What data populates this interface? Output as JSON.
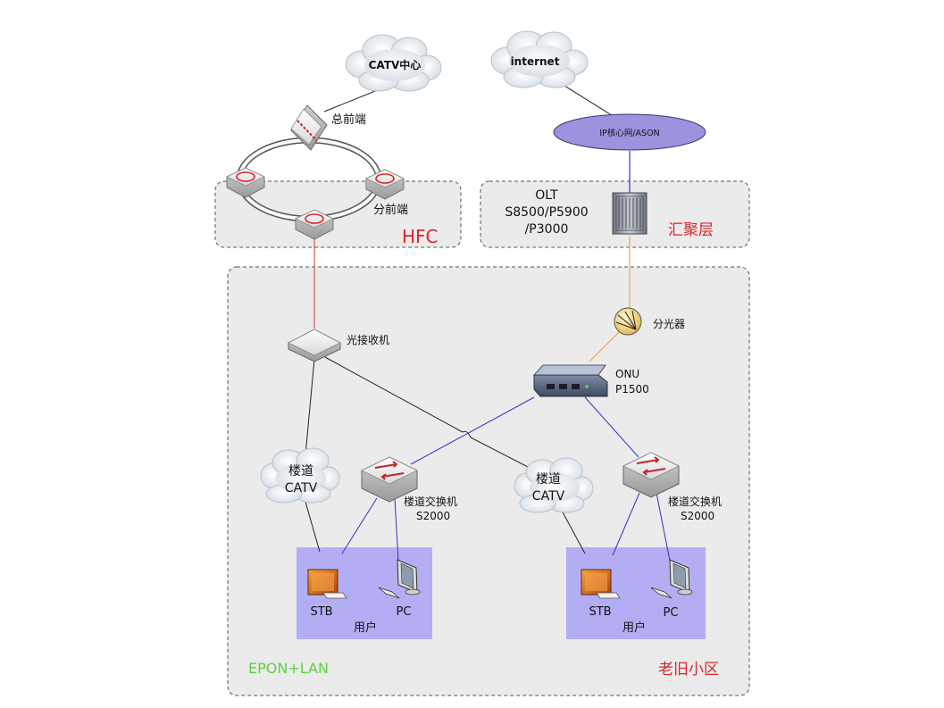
{
  "labels": {
    "catv_center": "CATV中心",
    "internet": "internet",
    "ip_core": "IP核心网/ASON",
    "head_end": "总前端",
    "sub_head_end": "分前端",
    "hfc": "HFC",
    "olt_line1": "OLT",
    "olt_line2": "S8500/P5900",
    "olt_line3": "/P3000",
    "aggregation": "汇聚层",
    "splitter": "分光器",
    "optical_receiver": "光接收机",
    "onu_line1": "ONU",
    "onu_line2": "P1500",
    "catv_left_1": "楼道",
    "catv_left_2": "CATV",
    "catv_right_1": "楼道",
    "catv_right_2": "CATV",
    "switch_left_1": "楼道交换机",
    "switch_left_2": "S2000",
    "switch_right_1": "楼道交换机",
    "switch_right_2": "S2000",
    "stb_left": "STB",
    "pc_left": "PC",
    "user_left": "用户",
    "stb_right": "STB",
    "pc_right": "PC",
    "user_right": "用户",
    "epon_lan": "EPON+LAN",
    "old_community": "老旧小区"
  },
  "colors": {
    "zone_fill": "#ebebeb",
    "zone_border": "#555555",
    "user_box": "#b3aef3",
    "ip_core_fill": "#9b93de",
    "red_label": "#d9262c",
    "green_label": "#5bd23c",
    "fiber_red": "#d9343a",
    "fiber_orange": "#f0a550",
    "blue_link": "#2f33c8",
    "black_link": "#222222"
  }
}
